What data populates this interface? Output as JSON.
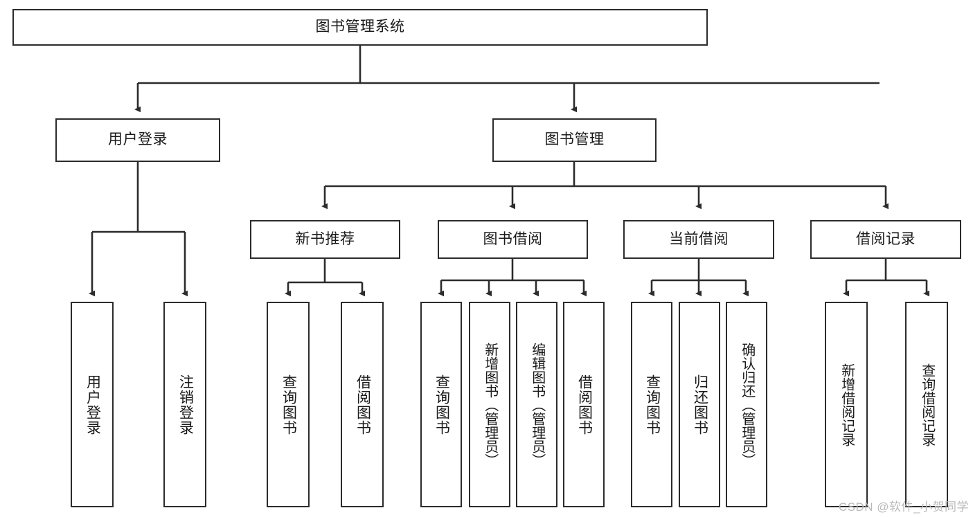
{
  "diagram": {
    "type": "tree",
    "title": "图书管理系统",
    "root": {
      "label": "图书管理系统"
    },
    "level2": [
      {
        "label": "用户登录"
      },
      {
        "label": "图书管理"
      }
    ],
    "level3": [
      {
        "label": "新书推荐"
      },
      {
        "label": "图书借阅"
      },
      {
        "label": "当前借阅"
      },
      {
        "label": "借阅记录"
      }
    ],
    "leaves": {
      "user_login": [
        {
          "label": "用户登录"
        },
        {
          "label": "注销登录"
        }
      ],
      "new_book_recommend": [
        {
          "label": "查询图书"
        },
        {
          "label": "借阅图书"
        }
      ],
      "book_borrow": [
        {
          "label": "查询图书"
        },
        {
          "label": "新增图书（管理员）"
        },
        {
          "label": "编辑图书（管理员）"
        },
        {
          "label": "借阅图书"
        }
      ],
      "current_borrow": [
        {
          "label": "查询图书"
        },
        {
          "label": "归还图书"
        },
        {
          "label": "确认归还（管理员）"
        }
      ],
      "borrow_record": [
        {
          "label": "新增借阅记录"
        },
        {
          "label": "查询借阅记录"
        }
      ]
    }
  },
  "watermark": {
    "text": "CSDN @软件_小贺同学"
  },
  "colors": {
    "stroke": "#2b2b2b",
    "text": "#1a1a1a",
    "background": "#ffffff",
    "watermark": "#b9b9b9"
  }
}
